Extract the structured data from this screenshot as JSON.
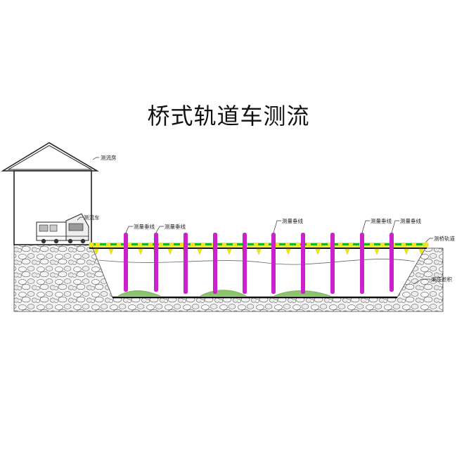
{
  "title": "桥式轨道车测流",
  "labels": {
    "house": "测流房",
    "car": "测流车",
    "line1": "测量垂线",
    "line2": "测量垂线",
    "line3": "测量垂线",
    "line4": "测量垂线",
    "line5": "测量垂线",
    "track": "测桥轨道",
    "bed": "渠底淤积"
  },
  "colors": {
    "vertical_line": "#cc22cc",
    "track_rail": "#f2e61a",
    "track_dash": "#1fb31f",
    "sediment": "#8cc46e",
    "outline": "#222222"
  },
  "icons": [
    "house-icon",
    "measuring-car-icon",
    "stone-bank-icon"
  ]
}
